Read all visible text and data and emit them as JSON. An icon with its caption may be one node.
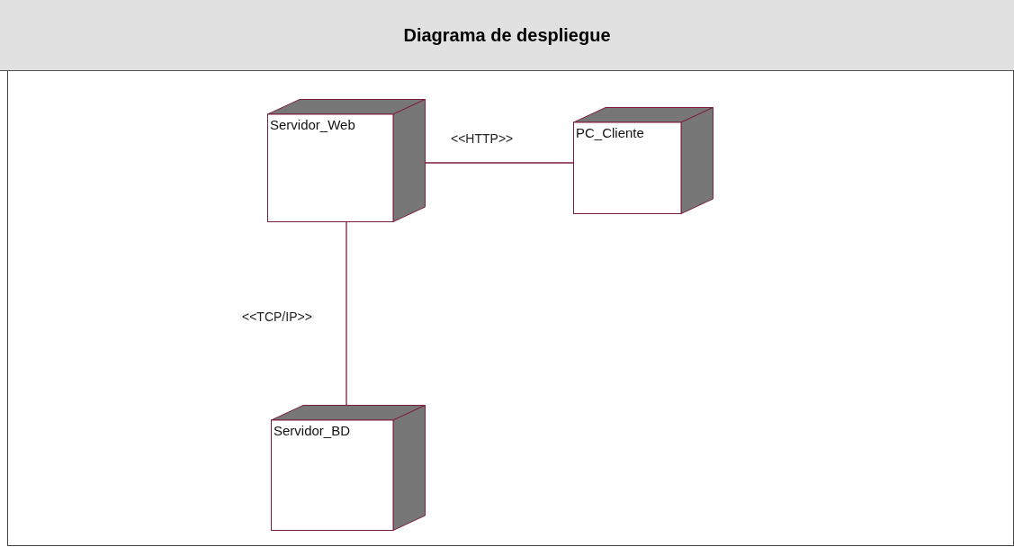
{
  "diagram": {
    "title": "Diagrama de despliegue",
    "nodes": [
      {
        "text": [
          "Servidor_Web"
        ]
      },
      {
        "text": [
          "PC_Cliente"
        ]
      },
      {
        "text": [
          "Servidor_BD"
        ]
      }
    ],
    "edges": [
      {
        "from": 0,
        "to": 1,
        "arrow": "none",
        "label": "<<HTTP>>"
      },
      {
        "from": 0,
        "to": 2,
        "arrow": "none",
        "label": "<<TCP/IP>>"
      }
    ]
  }
}
